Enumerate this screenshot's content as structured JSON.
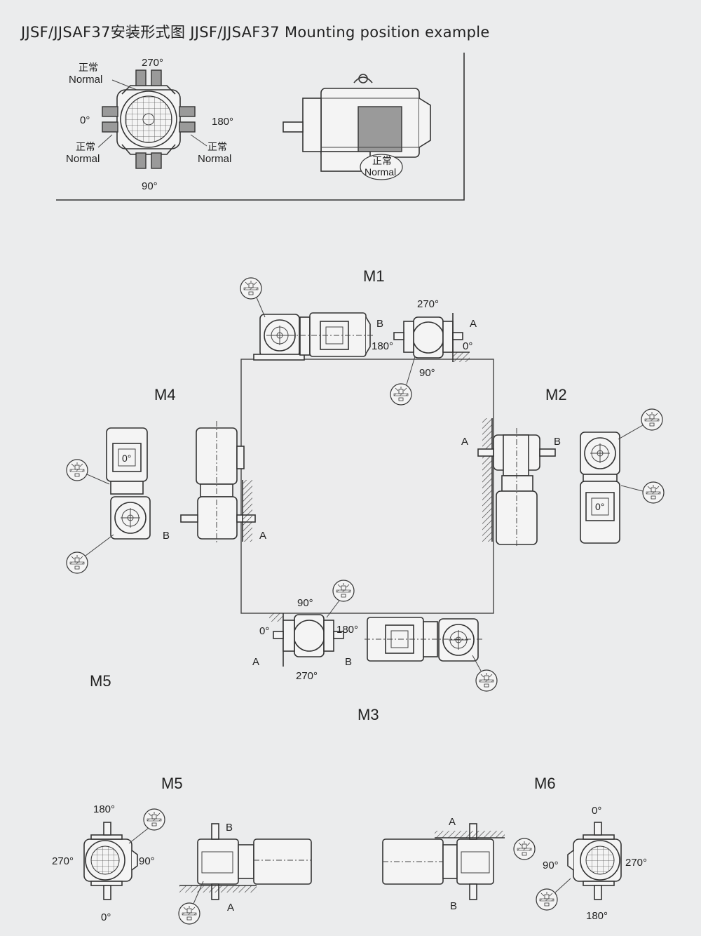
{
  "title": "JJSF/JJSAF37安装形式图  JJSF/JJSAF37 Mounting position example",
  "legend": {
    "deg_270": "270°",
    "deg_0": "0°",
    "deg_180": "180°",
    "deg_90": "90°",
    "normal_zh": "正常",
    "normal_en": "Normal"
  },
  "positions": {
    "m1": {
      "label": "M1",
      "a": "A",
      "b": "B",
      "d270": "270°",
      "d180": "180°",
      "d0": "0°",
      "d90": "90°"
    },
    "m2": {
      "label": "M2",
      "a": "A",
      "b": "B"
    },
    "m3": {
      "label": "M3",
      "a": "A",
      "b": "B",
      "d90": "90°",
      "d0": "0°",
      "d180": "180°",
      "d270": "270°"
    },
    "m4": {
      "label": "M4",
      "a": "A",
      "b": "B",
      "d0": "0°"
    },
    "m5": {
      "label": "M5",
      "a": "A",
      "b": "B",
      "d180": "180°",
      "d270": "270°",
      "d90": "90°",
      "d0": "0°"
    },
    "m6": {
      "label": "M6",
      "a": "A",
      "b": "B",
      "d0": "0°",
      "d90": "90°",
      "d270": "270°",
      "d180": "180°"
    },
    "m2_box": {
      "d0": "0°"
    },
    "m5_side_label": "M5"
  }
}
